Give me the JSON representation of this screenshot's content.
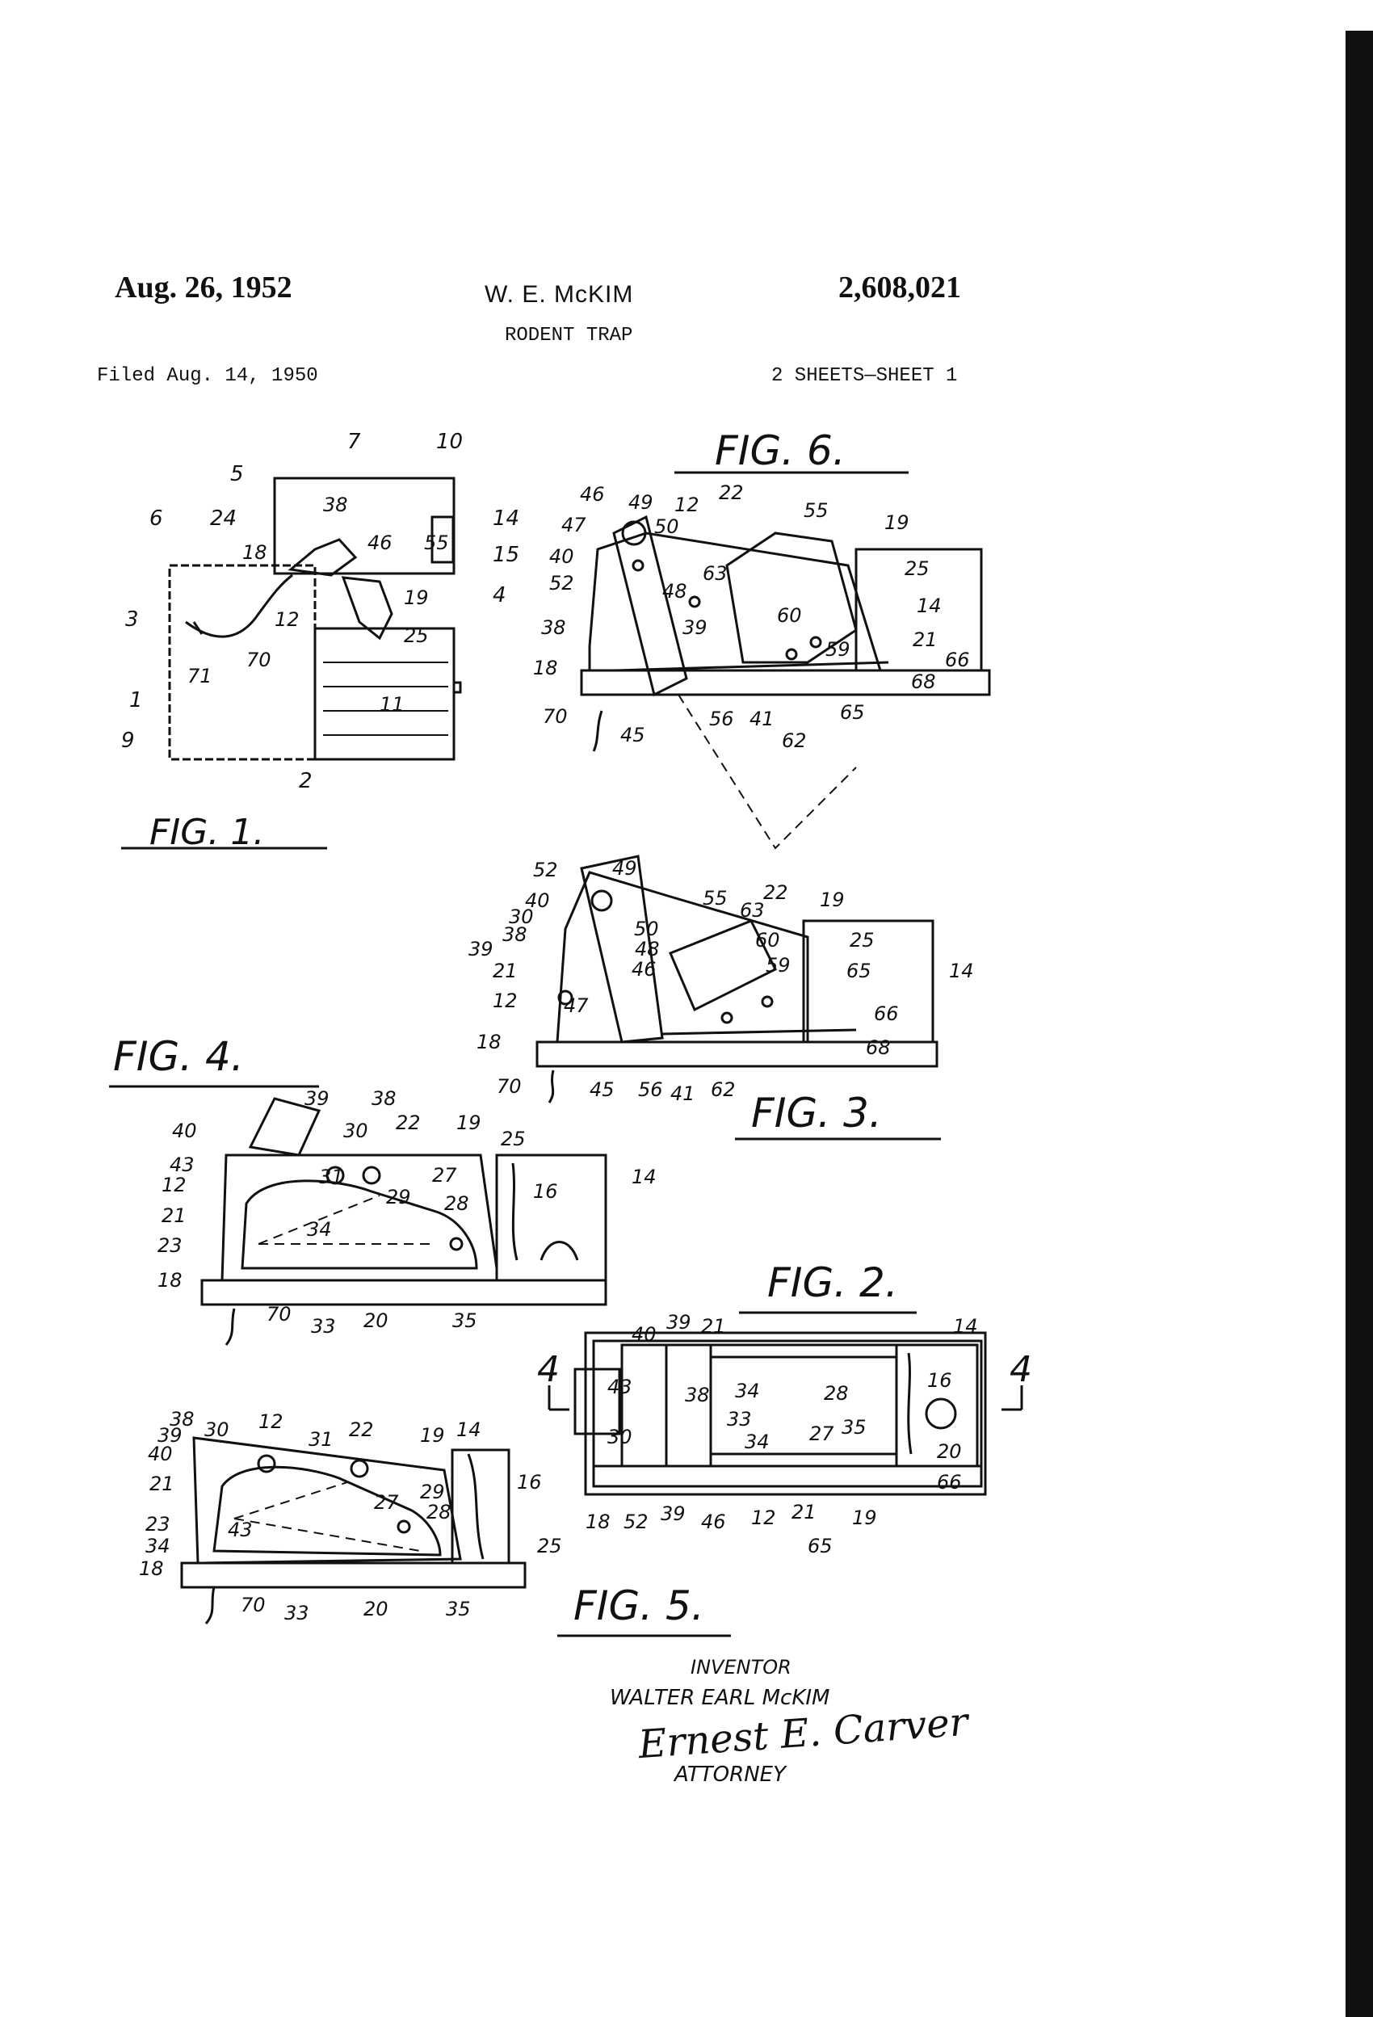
{
  "header": {
    "date": "Aug. 26, 1952",
    "inventor_name": "W. E. McKIM",
    "patent_number": "2,608,021",
    "title": "RODENT TRAP",
    "filed": "Filed Aug. 14, 1950",
    "sheets": "2 SHEETS—SHEET 1"
  },
  "figures": {
    "fig1": "FIG. 1.",
    "fig2": "FIG. 2.",
    "fig3": "FIG. 3.",
    "fig4": "FIG. 4.",
    "fig5": "FIG. 5.",
    "fig6": "FIG. 6."
  },
  "section_marks": {
    "left": "4",
    "right": "4"
  },
  "ref_numerals": {
    "fig1": [
      "7",
      "10",
      "5",
      "24",
      "38",
      "6",
      "18",
      "46",
      "55",
      "14",
      "15",
      "3",
      "12",
      "19",
      "4",
      "71",
      "70",
      "25",
      "11",
      "1",
      "9",
      "2"
    ],
    "fig6": [
      "46",
      "49",
      "12",
      "22",
      "55",
      "19",
      "47",
      "50",
      "40",
      "63",
      "25",
      "52",
      "48",
      "14",
      "38",
      "39",
      "60",
      "21",
      "59",
      "66",
      "18",
      "68",
      "70",
      "56",
      "41",
      "62",
      "65",
      "45"
    ],
    "fig3": [
      "52",
      "49",
      "40",
      "55",
      "22",
      "19",
      "30",
      "63",
      "38",
      "50",
      "60",
      "25",
      "39",
      "48",
      "59",
      "14",
      "21",
      "46",
      "65",
      "12",
      "47",
      "66",
      "18",
      "68",
      "70",
      "45",
      "56",
      "41",
      "62"
    ],
    "fig4": [
      "39",
      "38",
      "40",
      "30",
      "22",
      "19",
      "25",
      "43",
      "31",
      "27",
      "14",
      "12",
      "29",
      "16",
      "21",
      "28",
      "34",
      "23",
      "18",
      "70",
      "33",
      "20",
      "35"
    ],
    "fig2": [
      "39",
      "21",
      "40",
      "14",
      "43",
      "34",
      "28",
      "38",
      "16",
      "33",
      "30",
      "27",
      "35",
      "34",
      "20",
      "66",
      "18",
      "52",
      "39",
      "46",
      "12",
      "21",
      "19",
      "65"
    ],
    "fig5": [
      "38",
      "30",
      "12",
      "31",
      "22",
      "19",
      "14",
      "39",
      "40",
      "16",
      "21",
      "27",
      "29",
      "23",
      "28",
      "34",
      "43",
      "18",
      "25",
      "70",
      "33",
      "20",
      "35"
    ]
  },
  "signature": {
    "inventor_label": "INVENTOR",
    "inventor_full_name": "WALTER EARL McKIM",
    "signature_text": "Ernest E. Carver",
    "attorney_label": "ATTORNEY"
  }
}
